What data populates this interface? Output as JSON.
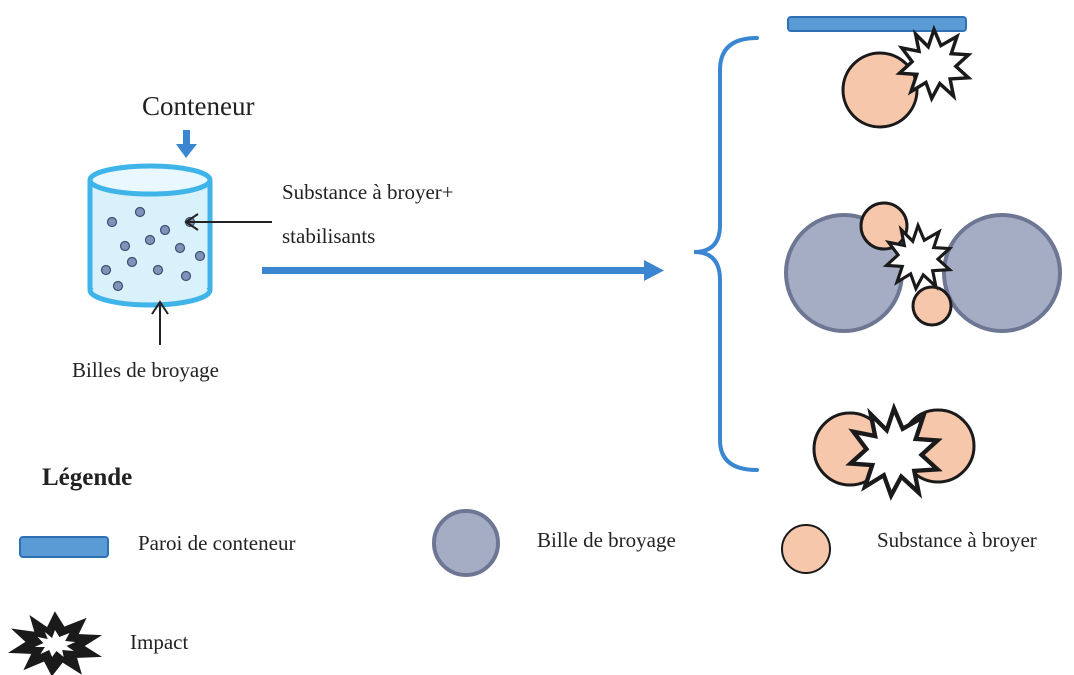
{
  "diagram": {
    "container_label": "Conteneur",
    "substance_label_line1": "Substance à broyer+",
    "substance_label_line2": "stabilisants",
    "beads_label": "Billes de broyage"
  },
  "legend": {
    "title": "Légende",
    "items": [
      {
        "label": "Paroi de conteneur",
        "icon": "container-wall-icon"
      },
      {
        "label": "Bille de broyage",
        "icon": "grinding-bead-icon"
      },
      {
        "label": "Substance à broyer",
        "icon": "substance-particle-icon"
      },
      {
        "label": "Impact",
        "icon": "impact-burst-icon"
      }
    ]
  },
  "colors": {
    "arrow_blue": "#3a86d1",
    "wall_blue": "#5b9bd5",
    "wall_edge": "#2f6fb4",
    "cylinder_fill": "#d9f1fb",
    "cylinder_edge": "#3fb4e8",
    "bead_grey": "#a4adc3",
    "bead_edge": "#6d7794",
    "substance_peach": "#f6c7ab",
    "outline_dark": "#222222"
  }
}
